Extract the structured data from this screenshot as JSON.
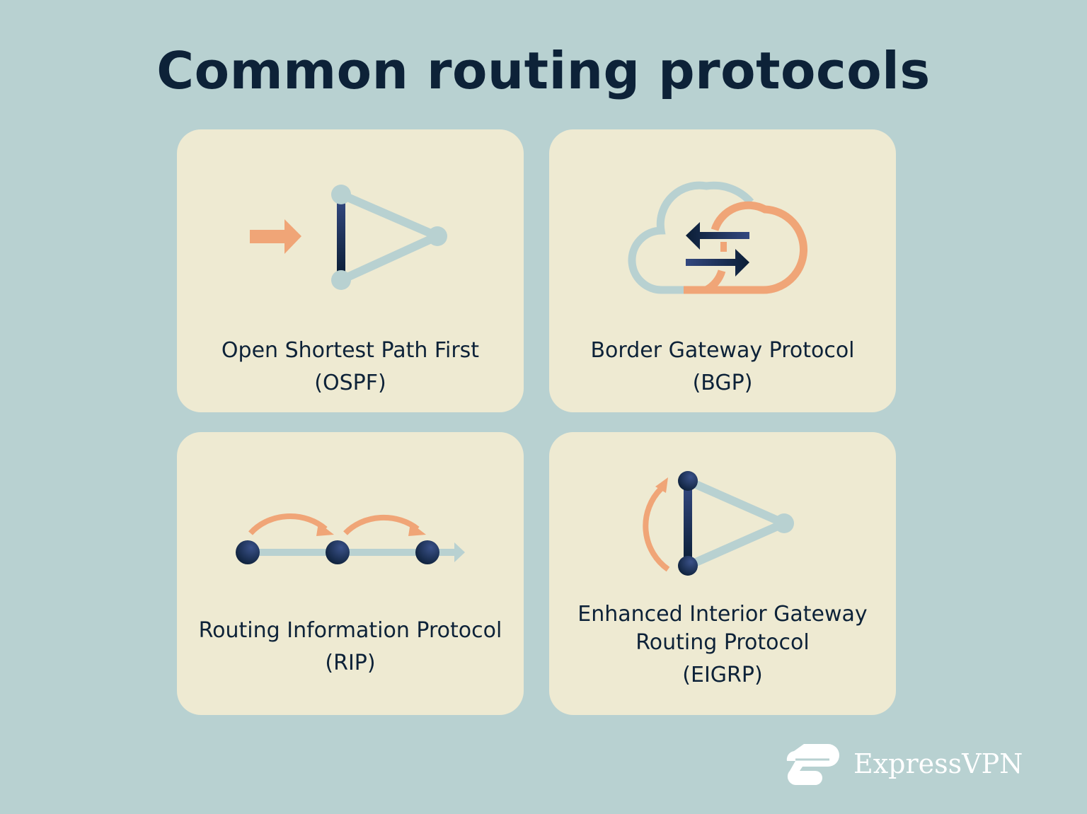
{
  "title": "Common routing protocols",
  "cards": [
    {
      "name": "Open Shortest Path First",
      "abbr": "(OSPF)",
      "icon": "ospf-triangle-icon"
    },
    {
      "name": "Border Gateway Protocol",
      "abbr": "(BGP)",
      "icon": "bgp-cloud-exchange-icon"
    },
    {
      "name": "Routing Information Protocol",
      "abbr": "(RIP)",
      "icon": "rip-hop-chain-icon"
    },
    {
      "name_line1": "Enhanced Interior Gateway",
      "name_line2": "Routing Protocol",
      "abbr": "(EIGRP)",
      "icon": "eigrp-triangle-icon"
    }
  ],
  "brand": {
    "name": "ExpressVPN"
  },
  "colors": {
    "background": "#b8d1d1",
    "card": "#eeead2",
    "navy": "#0d2238",
    "orange": "#f0a577",
    "light_blue": "#b8d1d1"
  }
}
